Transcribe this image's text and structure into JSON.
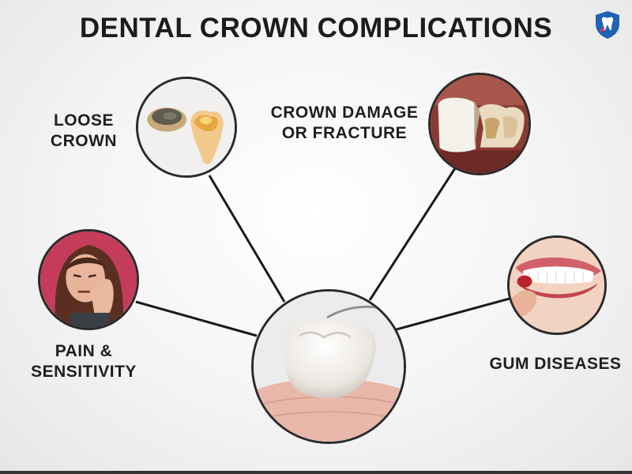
{
  "title": "DENTAL CROWN COMPLICATIONS",
  "logo": {
    "icon": "tooth-shield-icon",
    "color": "#1f63b5"
  },
  "center_image": {
    "icon": "dental-crown-photo"
  },
  "nodes": [
    {
      "id": "loose-crown",
      "lines": [
        "LOOSE",
        "CROWN"
      ],
      "icon": "loose-crown-photo"
    },
    {
      "id": "crown-damage",
      "lines": [
        "CROWN DAMAGE",
        "OR FRACTURE"
      ],
      "icon": "fractured-tooth-photo"
    },
    {
      "id": "pain-sensitivity",
      "lines": [
        "PAIN &",
        "SENSITIVITY"
      ],
      "icon": "toothache-woman-photo"
    },
    {
      "id": "gum-diseases",
      "lines": [
        "GUM DISEASES"
      ],
      "icon": "red-gum-photo"
    }
  ]
}
